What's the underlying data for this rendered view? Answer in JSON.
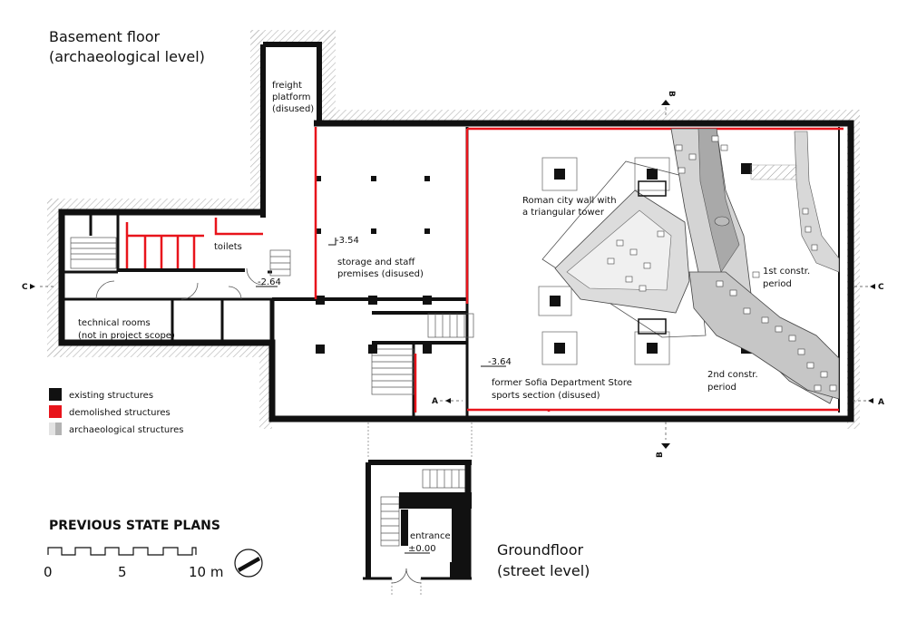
{
  "titles": {
    "basement_line1": "Basement floor",
    "basement_line2": "(archaeological level)",
    "ground_line1": "Groundfloor",
    "ground_line2": "(street level)",
    "previous_state": "PREVIOUS STATE PLANS"
  },
  "rooms": {
    "freight_1": "freight",
    "freight_2": "platform",
    "freight_3": "(disused)",
    "toilets": "toilets",
    "storage_1": "storage and staff",
    "storage_2": "premises (disused)",
    "technical_1": "technical rooms",
    "technical_2": "(not in project scope)",
    "roman_1": "Roman city wall with",
    "roman_2": "a triangular tower",
    "store_1": "former Sofia Department Store",
    "store_2": "sports section (disused)",
    "period1_1": "1st constr.",
    "period1_2": "period",
    "period2_1": "2nd constr.",
    "period2_2": "period",
    "entrance": "entrance",
    "entrance_level": "±0.00"
  },
  "levels": {
    "l354": "-3.54",
    "l264": "-2.64",
    "l364": "-3.64"
  },
  "section_marks": {
    "a": "A",
    "b": "B",
    "c": "C"
  },
  "legend": {
    "existing": "existing structures",
    "demolished": "demolished structures",
    "archaeological": "archaeological structures"
  },
  "scale": {
    "s0": "0",
    "s5": "5",
    "s10": "10 m"
  },
  "colors": {
    "wall": "#111111",
    "demolished": "#e8141b",
    "archaeological": "#cfcfcf",
    "hatch": "#bbbbbb"
  }
}
